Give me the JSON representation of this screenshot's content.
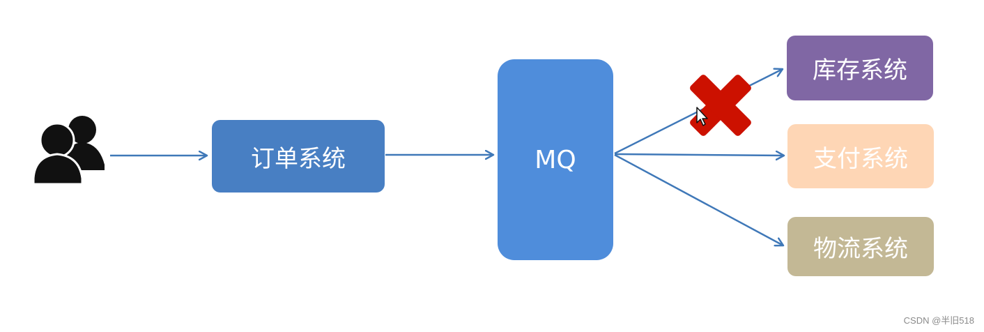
{
  "diagram": {
    "nodes": {
      "order": {
        "label": "订单系统",
        "color": "#487fc3"
      },
      "mq": {
        "label": "MQ",
        "color": "#4f8ddb"
      },
      "inventory": {
        "label": "库存系统",
        "color": "#8067a4",
        "status": "failed"
      },
      "payment": {
        "label": "支付系统",
        "color": "#fed6b5"
      },
      "logistics": {
        "label": "物流系统",
        "color": "#c3b895"
      }
    },
    "icons": {
      "users": "users-icon",
      "failure": "red-x-icon",
      "cursor": "mouse-cursor-icon"
    },
    "colors": {
      "arrow": "#3f78b8",
      "users_icon": "#111111",
      "failure_x": "#cc1100"
    }
  },
  "watermark": "CSDN @半旧518"
}
